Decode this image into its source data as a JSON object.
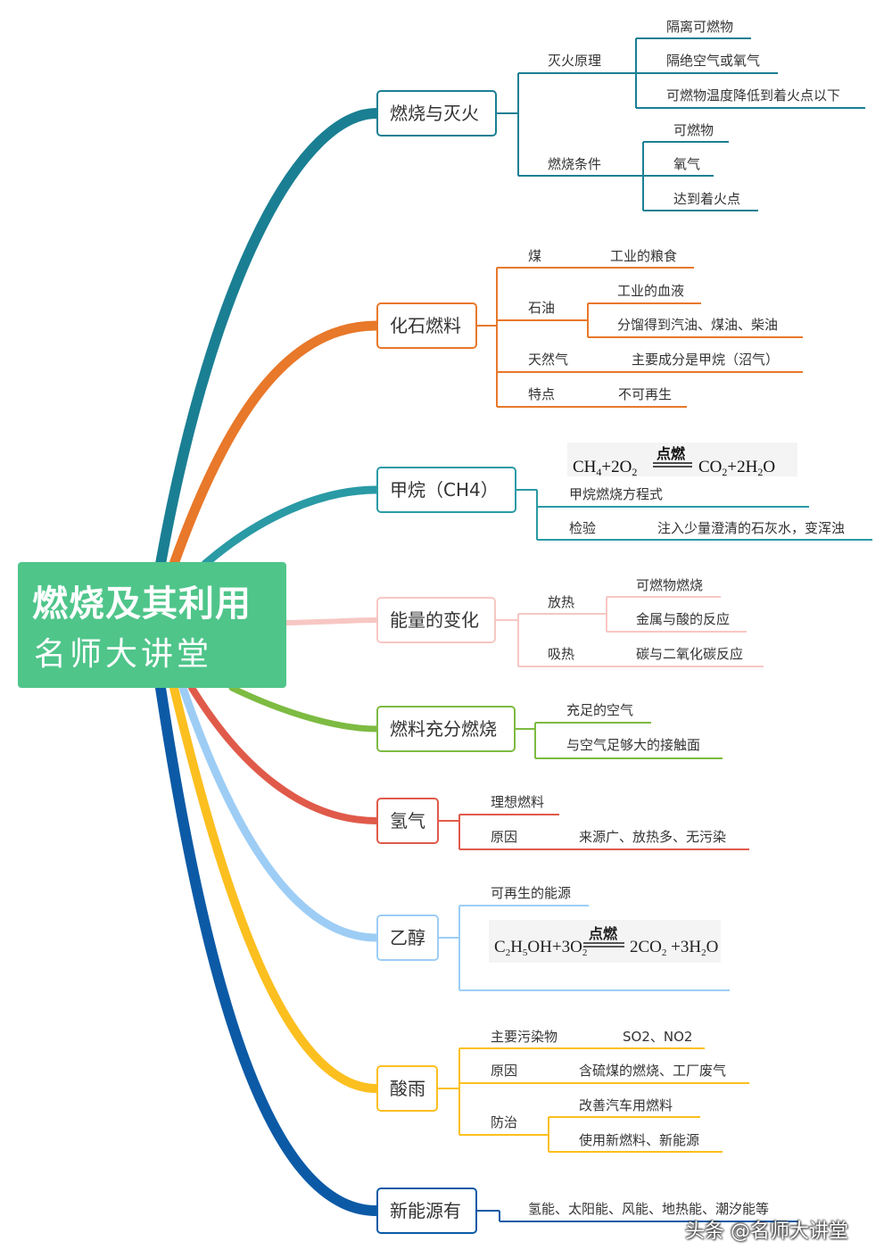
{
  "root": {
    "title": "燃烧及其利用",
    "subtitle": "名师大讲堂"
  },
  "watermark": "头条 @名师大讲堂",
  "colors": {
    "root": "#4fc58a",
    "b1": "#1a7f93",
    "b2": "#e8782a",
    "b3": "#2a9aa5",
    "b4": "#f7c7c3",
    "b5": "#7dbb42",
    "b6": "#e05a4a",
    "b7": "#9dcdf5",
    "b8": "#fbbf1f",
    "b9": "#0c5aa6"
  },
  "branches": [
    {
      "label": "燃烧与灭火",
      "subs": [
        {
          "label": "灭火原理",
          "leaves": [
            "隔离可燃物",
            "隔绝空气或氧气",
            "可燃物温度降低到着火点以下"
          ]
        },
        {
          "label": "燃烧条件",
          "leaves": [
            "可燃物",
            "氧气",
            "达到着火点"
          ]
        }
      ]
    },
    {
      "label": "化石燃料",
      "subs": [
        {
          "label": "煤",
          "leaves": [
            "工业的粮食"
          ]
        },
        {
          "label": "石油",
          "leaves": [
            "工业的血液",
            "分馏得到汽油、煤油、柴油"
          ]
        },
        {
          "label": "天然气",
          "leaves": [
            "主要成分是甲烷（沼气）"
          ]
        },
        {
          "label": "特点",
          "leaves": [
            "不可再生"
          ]
        }
      ]
    },
    {
      "label": "甲烷（CH4）",
      "equation": {
        "lhs": [
          "CH",
          "4",
          "+2O",
          "2"
        ],
        "cond": "点燃",
        "rhs": [
          "CO",
          "2",
          "+2H",
          "2",
          "O"
        ]
      },
      "subs": [
        {
          "label": "甲烷燃烧方程式",
          "leaves": []
        },
        {
          "label": "检验",
          "leaves": [
            "注入少量澄清的石灰水，变浑浊"
          ]
        }
      ]
    },
    {
      "label": "能量的变化",
      "subs": [
        {
          "label": "放热",
          "leaves": [
            "可燃物燃烧",
            "金属与酸的反应"
          ]
        },
        {
          "label": "吸热",
          "leaves": [
            "碳与二氧化碳反应"
          ]
        }
      ]
    },
    {
      "label": "燃料充分燃烧",
      "subs": [
        {
          "label": "充足的空气",
          "leaves": []
        },
        {
          "label": "与空气足够大的接触面",
          "leaves": []
        }
      ]
    },
    {
      "label": "氢气",
      "subs": [
        {
          "label": "理想燃料",
          "leaves": []
        },
        {
          "label": "原因",
          "leaves": [
            "来源广、放热多、无污染"
          ]
        }
      ]
    },
    {
      "label": "乙醇",
      "equation": {
        "lhs": [
          "C",
          "2",
          "H",
          "5",
          "OH+3O",
          "2"
        ],
        "cond": "点燃",
        "rhs": [
          "2CO",
          "2",
          " +3H",
          "2",
          "O"
        ]
      },
      "subs": [
        {
          "label": "可再生的能源",
          "leaves": []
        }
      ]
    },
    {
      "label": "酸雨",
      "subs": [
        {
          "label": "主要污染物",
          "leaves": [
            "SO2、NO2"
          ]
        },
        {
          "label": "原因",
          "leaves": [
            "含硫煤的燃烧、工厂废气"
          ]
        },
        {
          "label": "防治",
          "leaves": [
            "改善汽车用燃料",
            "使用新燃料、新能源"
          ]
        }
      ]
    },
    {
      "label": "新能源有",
      "subs": [
        {
          "label": "氢能、太阳能、风能、地热能、潮汐能等",
          "leaves": []
        }
      ]
    }
  ]
}
